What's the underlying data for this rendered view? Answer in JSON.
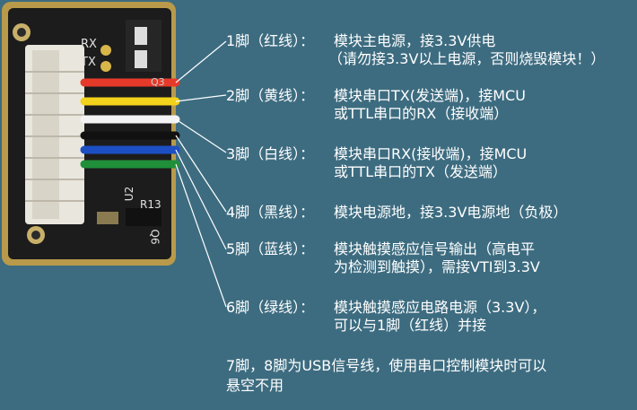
{
  "board": {
    "silk_rx": "RX",
    "silk_tx": "TX",
    "silk_u2": "U2",
    "silk_r13": "R13",
    "silk_q6": "Q6",
    "silk_q3": "Q3"
  },
  "pins": [
    {
      "label": "1脚（红线）：",
      "line1": "模块主电源，接3.3V供电",
      "line2": "（请勿接3.3V以上电源，否则烧毁模块！）"
    },
    {
      "label": "2脚（黄线）：",
      "line1": "模块串口TX(发送端)，接MCU",
      "line2": "或TTL串口的RX（接收端）"
    },
    {
      "label": "3脚（白线）：",
      "line1": "模块串口RX(接收端)，接MCU",
      "line2": "或TTL串口的TX（发送端）"
    },
    {
      "label": "4脚（黑线）：",
      "line1": "模块电源地，接3.3V电源地（负极）",
      "line2": ""
    },
    {
      "label": "5脚（蓝线）：",
      "line1": "模块触摸感应信号输出（高电平",
      "line2": "为检测到触摸），需接VTI到3.3V"
    },
    {
      "label": "6脚（绿线）：",
      "line1": "模块触摸感应电路电源（3.3V），",
      "line2": "可以与1脚（红线）并接"
    }
  ],
  "footer": {
    "line1": "7脚，8脚为USB信号线，使用串口控制模块时可以",
    "line2": "悬空不用"
  },
  "wire_colors": {
    "red": "#e53a2a",
    "yellow": "#f2d21a",
    "white": "#f4f4f4",
    "black": "#111111",
    "blue": "#1d4fc4",
    "green": "#1f8f3a"
  }
}
